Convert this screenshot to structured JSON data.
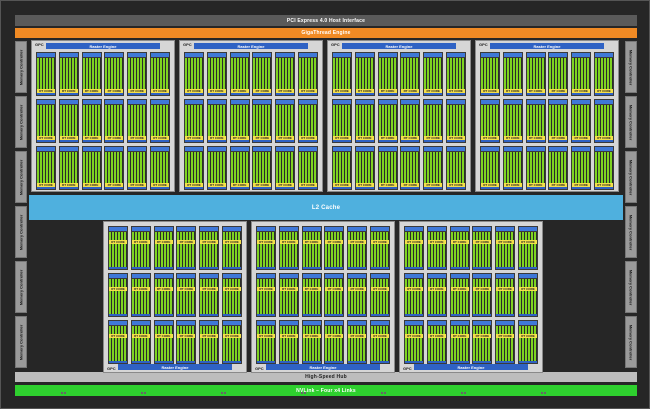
{
  "chip": {
    "pcie_label": "PCI Express 4.0 Host Interface",
    "gigathread_label": "GigaThread Engine",
    "l2_label": "L2 Cache",
    "hub_label": "High-Speed Hub",
    "nvlink_label": "NVLink – Four x4 Links",
    "memory_controller_label": "Memory Controller",
    "gpc_label": "GPC",
    "raster_engine_label": "Raster Engine",
    "rt_core_label": "RT CORE"
  },
  "colors": {
    "pcie": "#5a5a5a",
    "gigathread": "#f08a24",
    "l2": "#4fb0de",
    "nvlink": "#2ed02e",
    "raster": "#2f62c4",
    "rt_core": "#f4e04a",
    "cuda_core": "#7ed321"
  }
}
